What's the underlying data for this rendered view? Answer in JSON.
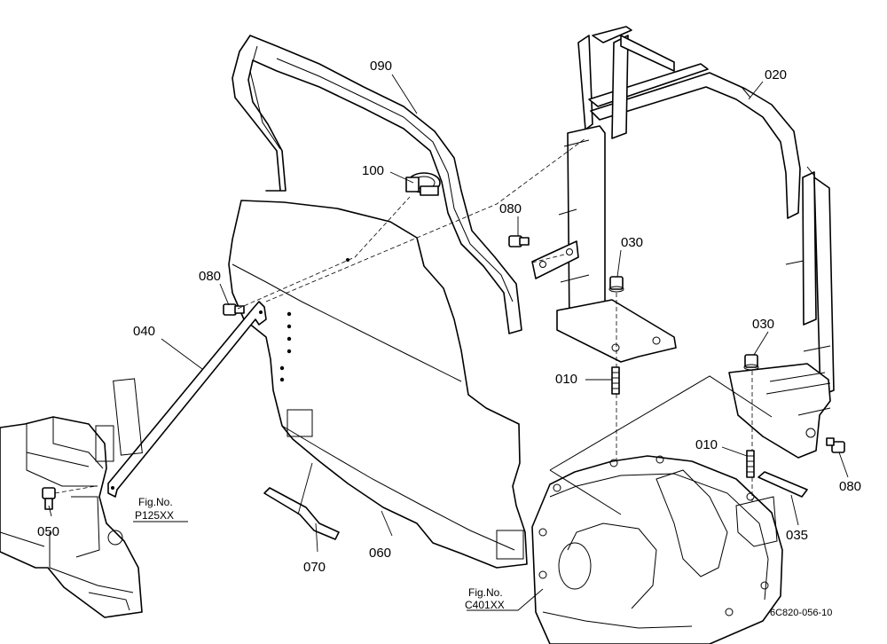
{
  "callouts": {
    "p010a": "010",
    "p010b": "010",
    "p020": "020",
    "p030a": "030",
    "p030b": "030",
    "p035": "035",
    "p040": "040",
    "p050": "050",
    "p060": "060",
    "p070": "070",
    "p080a": "080",
    "p080b": "080",
    "p080c": "080",
    "p090": "090",
    "p100": "100"
  },
  "figrefs": {
    "left": {
      "line1": "Fig.No.",
      "line2": "P125XX"
    },
    "bottom": {
      "line1": "Fig.No.",
      "line2": "C401XX"
    }
  },
  "drawing_code": "6C820-056-10"
}
